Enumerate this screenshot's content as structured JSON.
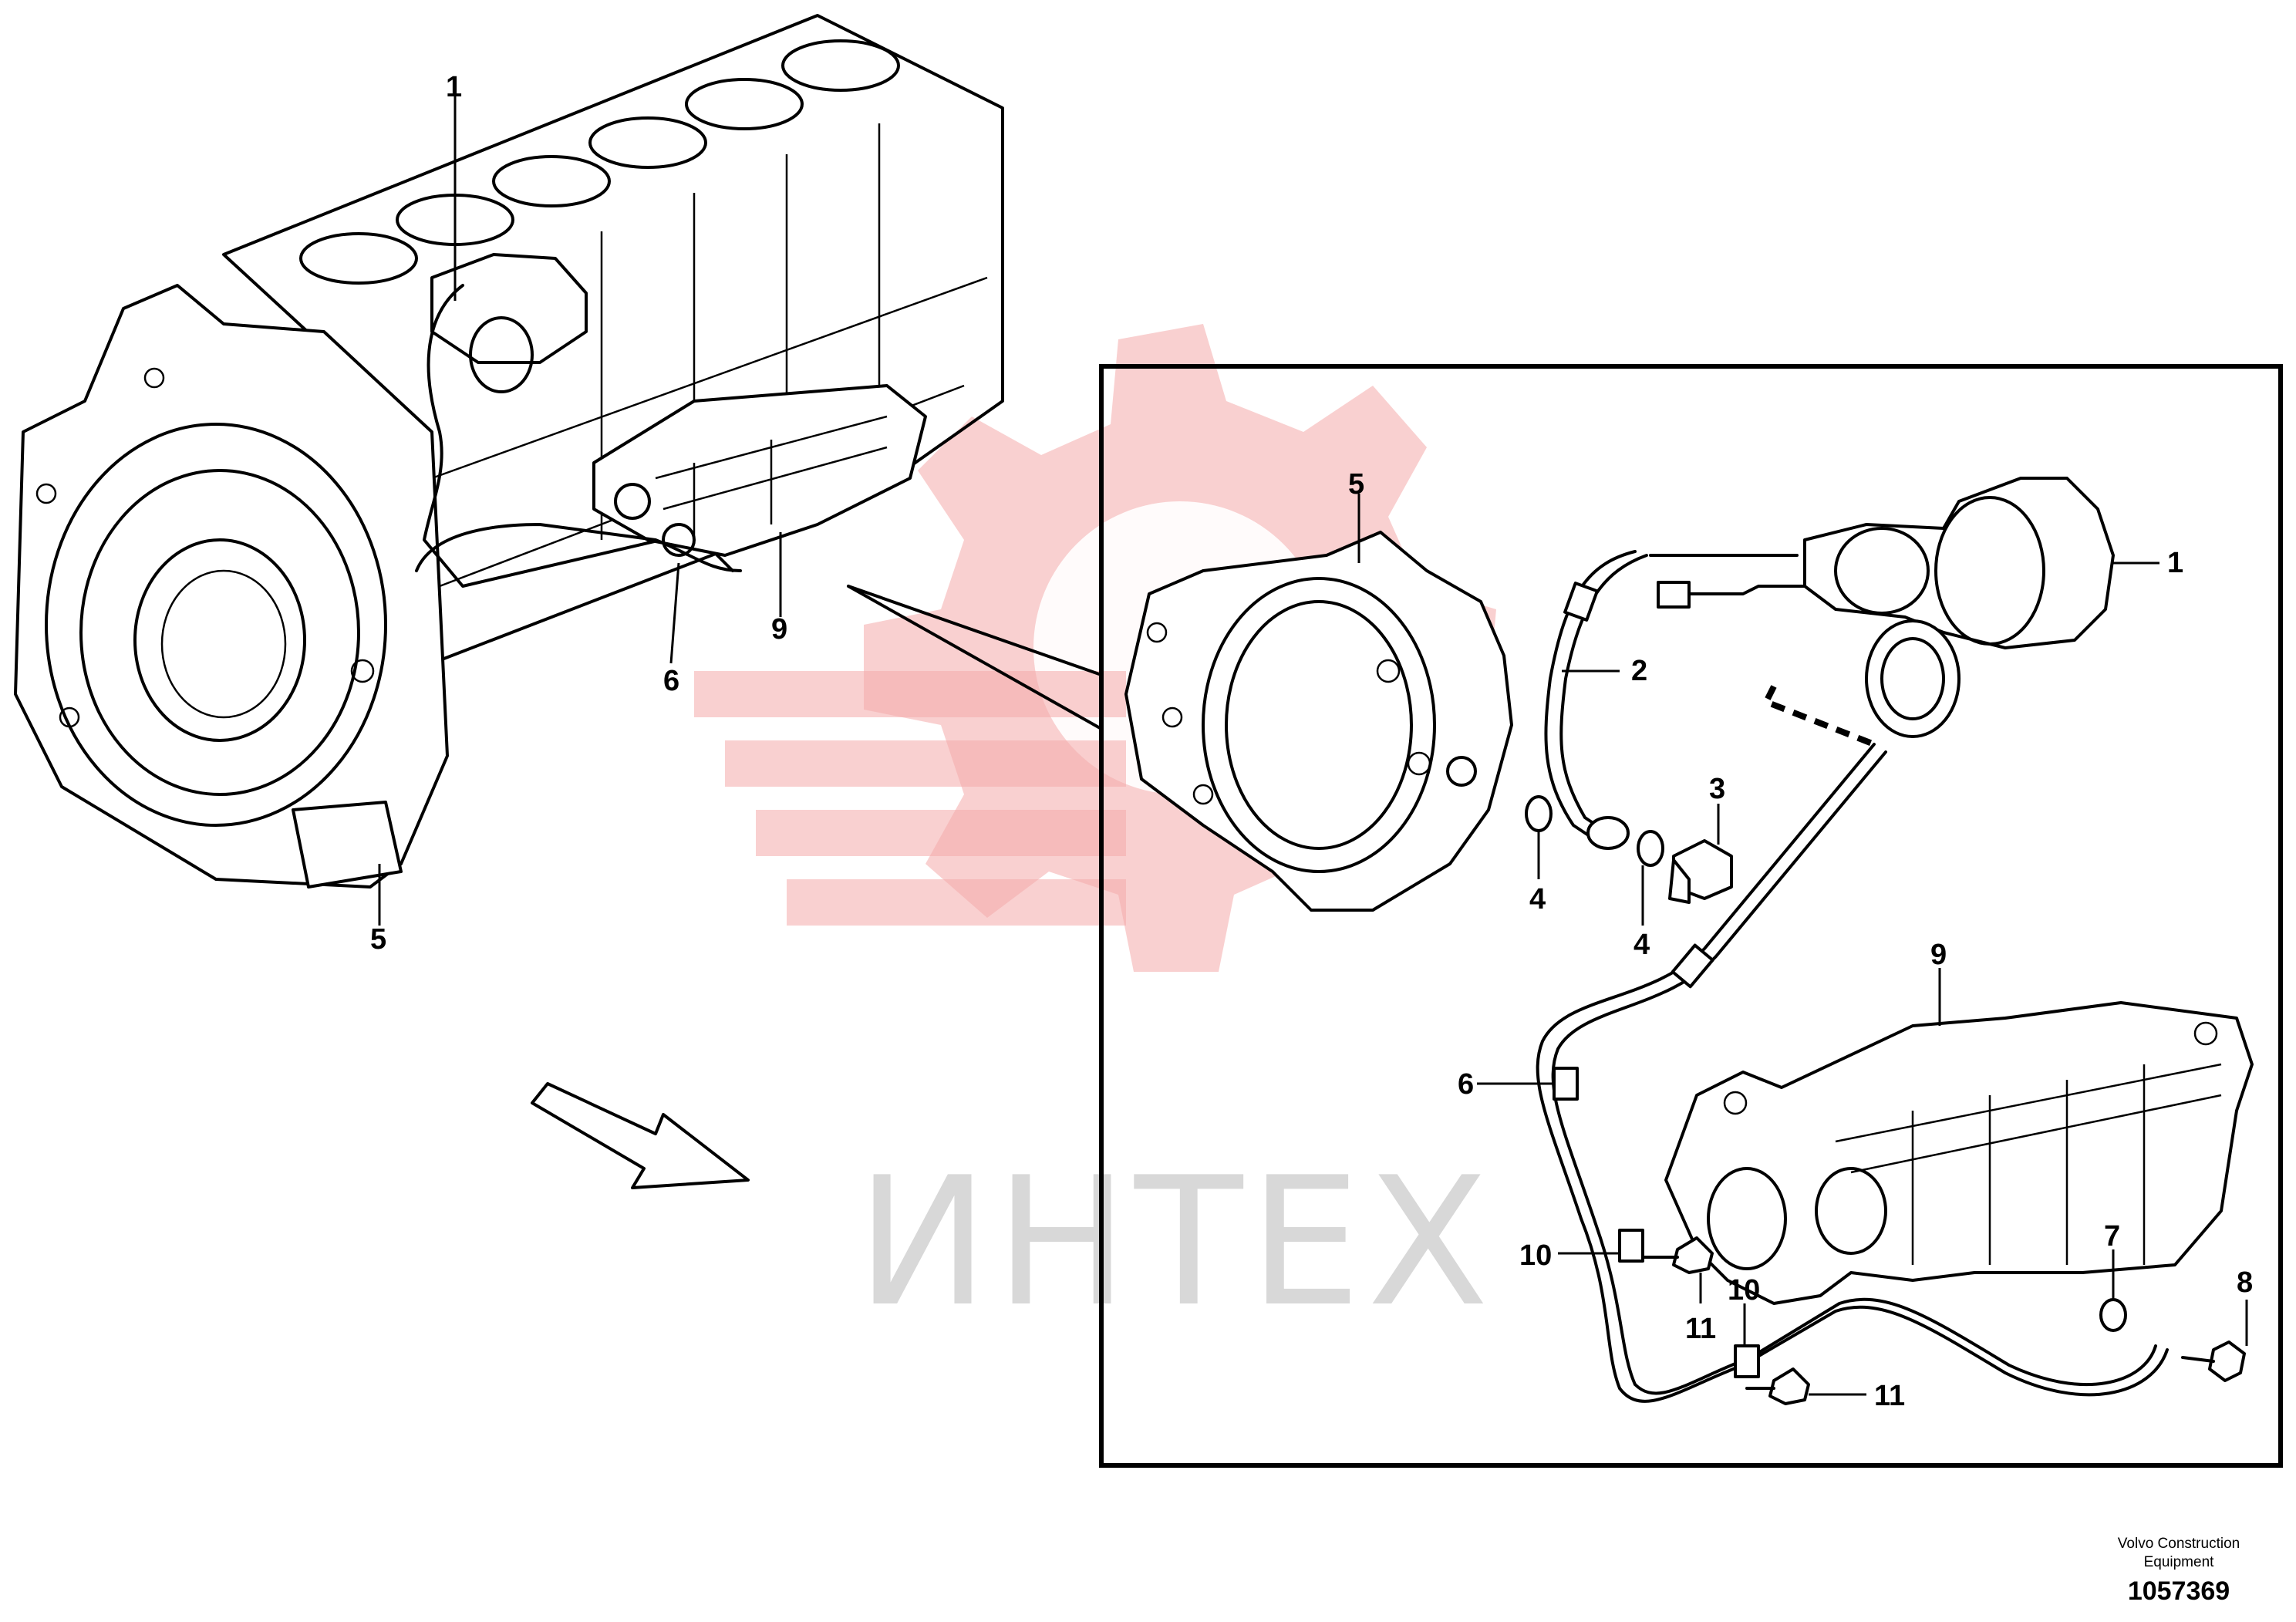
{
  "watermark": {
    "text": "ИНТЕХ",
    "color": "#f4a9a9"
  },
  "overview_callouts": [
    {
      "id": "ov-1",
      "label": "1"
    },
    {
      "id": "ov-5",
      "label": "5"
    },
    {
      "id": "ov-6",
      "label": "6"
    },
    {
      "id": "ov-9",
      "label": "9"
    }
  ],
  "detail_callouts": [
    {
      "id": "dt-1",
      "label": "1"
    },
    {
      "id": "dt-2",
      "label": "2"
    },
    {
      "id": "dt-3",
      "label": "3"
    },
    {
      "id": "dt-4a",
      "label": "4"
    },
    {
      "id": "dt-4b",
      "label": "4"
    },
    {
      "id": "dt-5",
      "label": "5"
    },
    {
      "id": "dt-6",
      "label": "6"
    },
    {
      "id": "dt-7",
      "label": "7"
    },
    {
      "id": "dt-8",
      "label": "8"
    },
    {
      "id": "dt-9",
      "label": "9"
    },
    {
      "id": "dt-10a",
      "label": "10"
    },
    {
      "id": "dt-10b",
      "label": "10"
    },
    {
      "id": "dt-11a",
      "label": "11"
    },
    {
      "id": "dt-11b",
      "label": "11"
    }
  ],
  "footer": {
    "company_line1": "Volvo Construction",
    "company_line2": "Equipment",
    "drawing_number": "1057369"
  }
}
